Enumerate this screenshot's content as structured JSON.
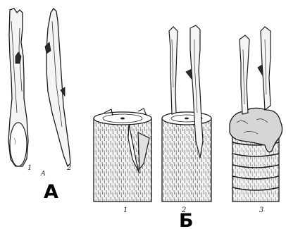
{
  "part_a": {
    "title": "А",
    "sub_label": "А",
    "figures": [
      {
        "number": "1"
      },
      {
        "number": "2"
      }
    ]
  },
  "part_b": {
    "title": "Б",
    "figures": [
      {
        "number": "1"
      },
      {
        "number": "2"
      },
      {
        "number": "3"
      }
    ]
  },
  "colors": {
    "ink": "#1a1a1a",
    "paper": "#ffffff",
    "shade": "#cfcfcf"
  }
}
